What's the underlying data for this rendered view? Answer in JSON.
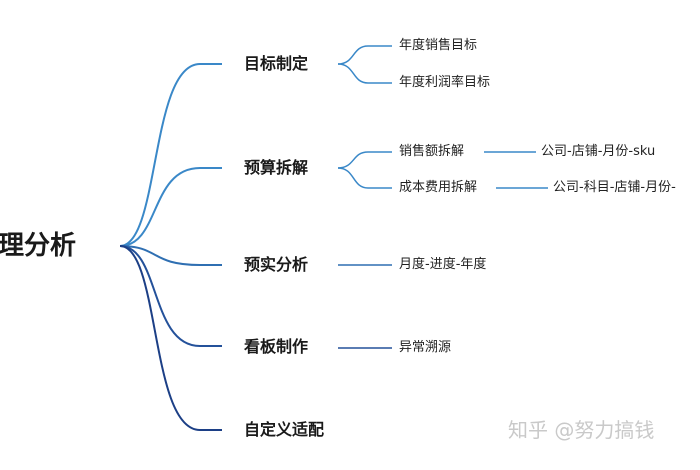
{
  "root": {
    "label": "管理分析"
  },
  "branches": [
    {
      "label": "目标制定",
      "color": "#3a88c8",
      "children": [
        {
          "label": "年度销售目标"
        },
        {
          "label": "年度利润率目标"
        }
      ]
    },
    {
      "label": "预算拆解",
      "color": "#3a88c8",
      "children": [
        {
          "label": "销售额拆解",
          "detail": "公司-店铺-月份-sku"
        },
        {
          "label": "成本费用拆解",
          "detail": "公司-科目-店铺-月份-"
        }
      ]
    },
    {
      "label": "预实分析",
      "color": "#2f6fb2",
      "children": [
        {
          "label": "月度-进度-年度"
        }
      ]
    },
    {
      "label": "看板制作",
      "color": "#24519a",
      "children": [
        {
          "label": "异常溯源"
        }
      ]
    },
    {
      "label": "自定义适配",
      "color": "#1c3f86",
      "children": []
    }
  ],
  "watermark": {
    "text": "知乎 @努力搞钱"
  },
  "colors": {
    "line_light": "#3a88c8",
    "line_dark": "#1c3f86"
  }
}
